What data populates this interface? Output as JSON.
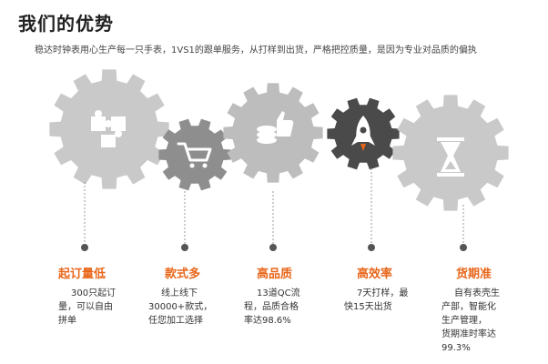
{
  "header": {
    "title": "我们的优势",
    "subtitle": "稳达时钟表用心生产每一只手表，1VS1的跟单服务，从打样到出货，严格把控质量，是因为专业对品质的偏执"
  },
  "colors": {
    "accent": "#e8661a",
    "gear_light": "#c9c9c9",
    "gear_mid": "#9a9a9a",
    "gear_dark": "#4a4a4a"
  },
  "advantages": [
    {
      "icon": "puzzle-icon",
      "title": "起订量低",
      "desc_lines": [
        "300只起订",
        "量，可以自由",
        "拼单"
      ]
    },
    {
      "icon": "shopping-cart-icon",
      "title": "款式多",
      "desc_lines": [
        "线上线下",
        "30000+款式，",
        "任您加工选择"
      ]
    },
    {
      "icon": "coins-thumbs-up-icon",
      "title": "高品质",
      "desc_lines": [
        "13道QC流",
        "程，品质合格",
        "率达98.6%"
      ]
    },
    {
      "icon": "rocket-icon",
      "title": "高效率",
      "desc_lines": [
        "7天打样，最",
        "快15天出货"
      ]
    },
    {
      "icon": "hourglass-icon",
      "title": "货期准",
      "desc_lines": [
        "自有表壳生",
        "产部，智能化",
        "生产管理，",
        "货期准时率达",
        "99.3%"
      ]
    }
  ]
}
